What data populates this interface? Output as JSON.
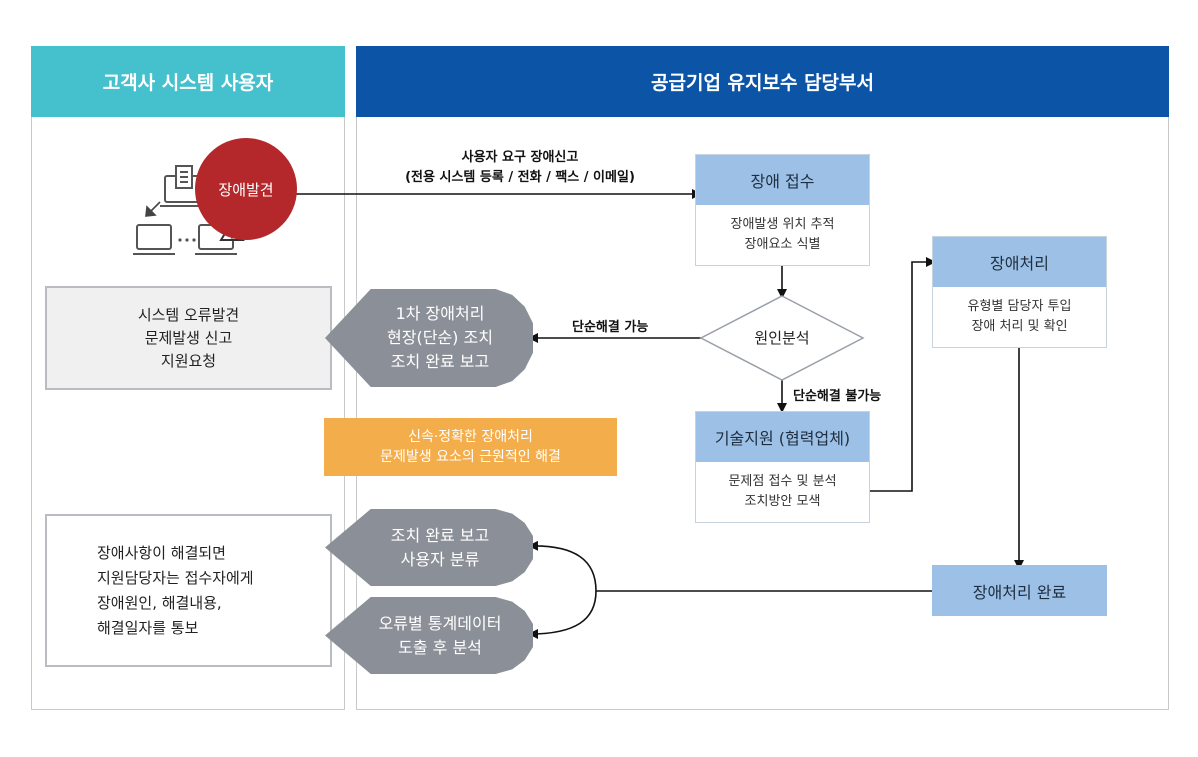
{
  "lanes": {
    "left_title": "고객사 시스템 사용자",
    "right_title": "공급기업 유지보수 담당부서"
  },
  "colors": {
    "left_header": "#45c0cd",
    "right_header": "#0c54a6",
    "discovery_circle": "#b4282b",
    "orange": "#f4ad4b",
    "pentagon": "#8b8f98",
    "box_header": "#9dc0e6"
  },
  "discovery": {
    "label": "장애발견"
  },
  "report": {
    "line1": "사용자 요구 장애신고",
    "line2": "(전용 시스템 등록 / 전화 / 팩스 / 이메일)"
  },
  "reception": {
    "title": "장애 접수",
    "line1": "장애발생 위치 추적",
    "line2": "장애요소 식별"
  },
  "analysis": {
    "label": "원인분석"
  },
  "simple_solvable": "단순해결 가능",
  "not_solvable": "단순해결 불가능",
  "first_action": {
    "line1": "1차 장애처리",
    "line2": "현장(단순) 조치",
    "line3": "조치 완료 보고"
  },
  "user_support": {
    "line1": "시스템 오류발견",
    "line2": "문제발생 신고",
    "line3": "지원요청"
  },
  "orange_note": {
    "line1": "신속·정확한 장애처리",
    "line2": "문제발생 요소의 근원적인 해결"
  },
  "tech_support": {
    "title": "기술지원 (협력업체)",
    "line1": "문제점 접수 및 분석",
    "line2": "조치방안 모색"
  },
  "handling": {
    "title": "장애처리",
    "line1": "유형별 담당자 투입",
    "line2": "장애 처리 및 확인"
  },
  "handling_done": {
    "label": "장애처리 완료"
  },
  "report_done": {
    "line1": "조치 완료 보고",
    "line2": "사용자 분류"
  },
  "stats": {
    "line1": "오류별 통계데이터",
    "line2": "도출 후 분석"
  },
  "notify": {
    "line1": "장애사항이 해결되면",
    "line2": "지원담당자는 접수자에게",
    "line3": "장애원인, 해결내용,",
    "line4": "해결일자를 통보"
  }
}
